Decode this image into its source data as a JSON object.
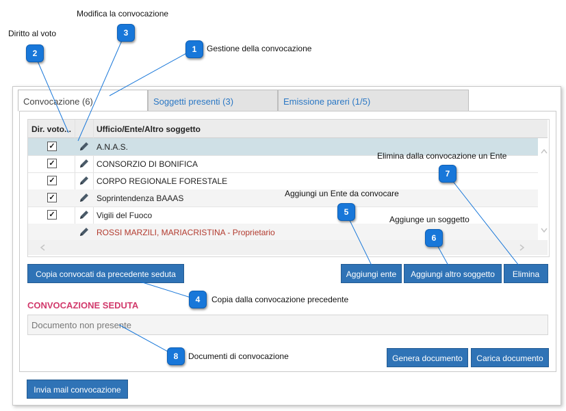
{
  "tabs": [
    {
      "label": "Convocazione (6)"
    },
    {
      "label": "Soggetti presenti (3)"
    },
    {
      "label": "Emissione pareri (1/5)"
    }
  ],
  "grid": {
    "columns": [
      "Dir. voto...",
      "",
      "Ufficio/Ente/Altro soggetto"
    ],
    "rows": [
      {
        "checked": true,
        "name": "A.N.A.S."
      },
      {
        "checked": true,
        "name": "CONSORZIO DI BONIFICA"
      },
      {
        "checked": true,
        "name": "CORPO REGIONALE FORESTALE"
      },
      {
        "checked": true,
        "name": "Soprintendenza BAAAS"
      },
      {
        "checked": true,
        "name": "Vigili del Fuoco"
      },
      {
        "checked": false,
        "name": "ROSSI MARZILI, MARIACRISTINA - Proprietario"
      }
    ],
    "highlight_color": "#b23a2e"
  },
  "buttons": {
    "copy": "Copia convocati da precedente seduta",
    "add_ente": "Aggiungi ente",
    "add_other": "Aggiungi altro soggetto",
    "delete": "Elimina",
    "generate": "Genera documento",
    "upload": "Carica documento",
    "send_mail": "Invia mail convocazione"
  },
  "section": {
    "title": "CONVOCAZIONE SEDUTA",
    "document_status": "Documento non presente"
  },
  "callouts": [
    {
      "num": "1",
      "text": "Gestione della convocazione"
    },
    {
      "num": "2",
      "text": "Diritto al voto"
    },
    {
      "num": "3",
      "text": "Modifica la convocazione"
    },
    {
      "num": "4",
      "text": "Copia dalla convocazione precedente"
    },
    {
      "num": "5",
      "text": "Aggiungi un Ente da convocare"
    },
    {
      "num": "6",
      "text": "Aggiunge un soggetto"
    },
    {
      "num": "7",
      "text": "Elimina dalla convocazione un Ente"
    },
    {
      "num": "8",
      "text": "Documenti di convocazione"
    }
  ],
  "colors": {
    "accent": "#2f73b6",
    "callout": "#1877d9",
    "section_title": "#d1396b",
    "selected_row": "#cfe0e6"
  }
}
